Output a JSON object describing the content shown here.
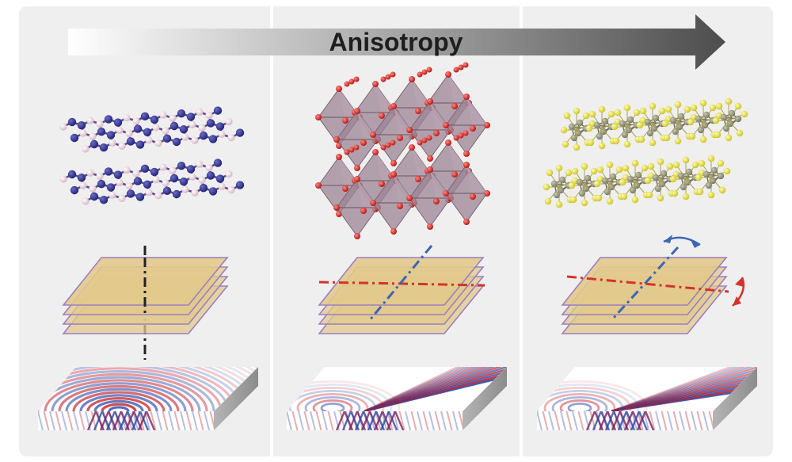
{
  "banner": {
    "label": "Anisotropy",
    "gradient_start": "#ffffff",
    "gradient_end": "#4d4d4d"
  },
  "panels": [
    {
      "id": "isotropic",
      "crystal": "hexagonal-bilayer",
      "axes": [
        "vertical-black"
      ],
      "wave_pattern": "concentric-rings"
    },
    {
      "id": "uniaxial",
      "crystal": "octahedral-layers",
      "axes": [
        "tilted-blue",
        "horizontal-red"
      ],
      "wave_pattern": "directional-beams"
    },
    {
      "id": "biaxial",
      "crystal": "puckered-chains",
      "axes": [
        "tilted-blue-rotating",
        "horizontal-red-rotating"
      ],
      "wave_pattern": "directional-beams-rotated"
    }
  ],
  "colors": {
    "panel_bg": "#efefef",
    "divider": "#ffffff",
    "atom_dark": "#2b2c7c",
    "atom_light": "#e6c9d6",
    "oxygen_red": "#d31f1f",
    "octahedron": "#9c8494",
    "sulfur_yellow": "#e8e24a",
    "metal_gray": "#8a8a78",
    "slab_fill": "#e2c98c",
    "slab_edge": "#9d7fc0",
    "axis_black": "#222222",
    "axis_blue": "#3a66b4",
    "axis_red": "#d4332a",
    "wave_red": "#c0121b",
    "wave_blue": "#2949a8"
  }
}
